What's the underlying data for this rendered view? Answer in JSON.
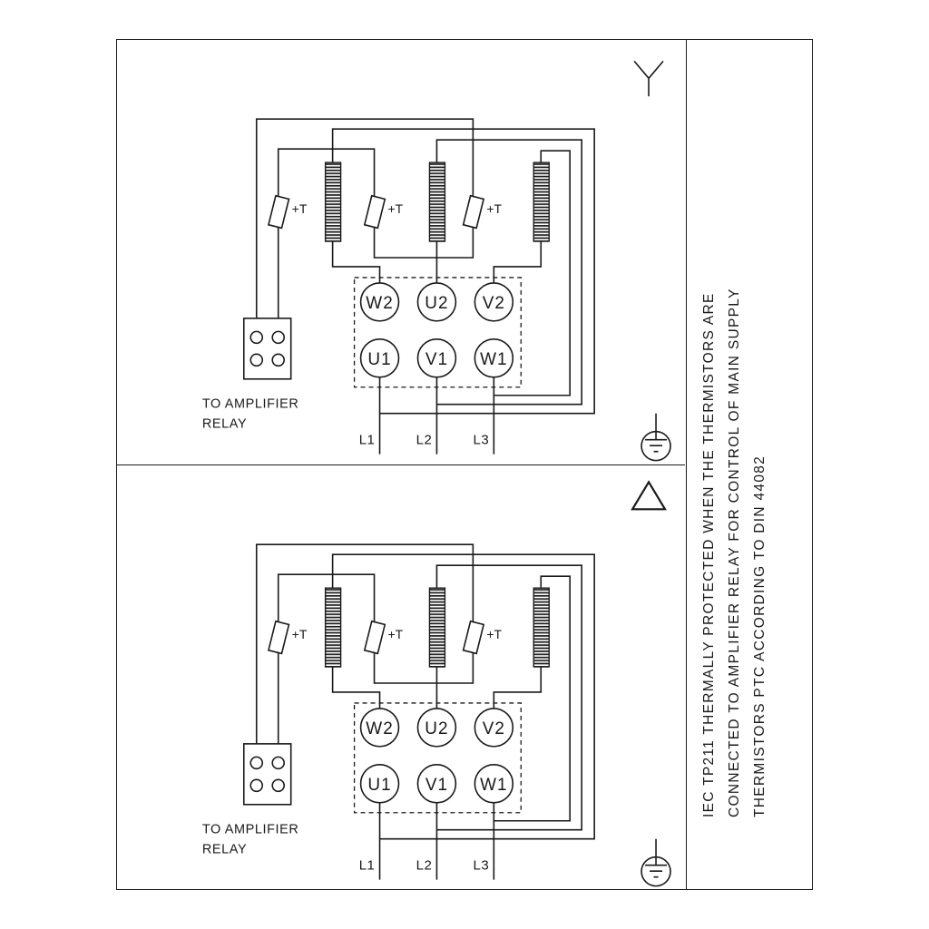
{
  "page": {
    "background": "#ffffff",
    "ink": "#1a1a1a"
  },
  "side_note": {
    "lines": [
      "IEC TP211 THERMALLY PROTECTED WHEN THE THERMISTORS ARE",
      "CONNECTED TO AMPLIFIER RELAY FOR CONTROL OF MAIN SUPPLY",
      "THERMISTORS PTC ACCORDING TO DIN 44082"
    ]
  },
  "diagrams": [
    {
      "title": "star-connection",
      "symbol_icon": "star-icon",
      "earth_icon": "protective-earth-icon",
      "terminals_top": [
        "W2",
        "U2",
        "V2"
      ],
      "terminals_bottom": [
        "U1",
        "V1",
        "W1"
      ],
      "thermistor_labels": [
        "+T",
        "+T",
        "+T"
      ],
      "relay_caption": [
        "TO AMPLIFIER",
        "RELAY"
      ],
      "supply_labels": [
        "L1",
        "L2",
        "L3"
      ]
    },
    {
      "title": "delta-connection",
      "symbol_icon": "delta-icon",
      "earth_icon": "protective-earth-icon",
      "terminals_top": [
        "W2",
        "U2",
        "V2"
      ],
      "terminals_bottom": [
        "U1",
        "V1",
        "W1"
      ],
      "thermistor_labels": [
        "+T",
        "+T",
        "+T"
      ],
      "relay_caption": [
        "TO AMPLIFIER",
        "RELAY"
      ],
      "supply_labels": [
        "L1",
        "L2",
        "L3"
      ]
    }
  ]
}
